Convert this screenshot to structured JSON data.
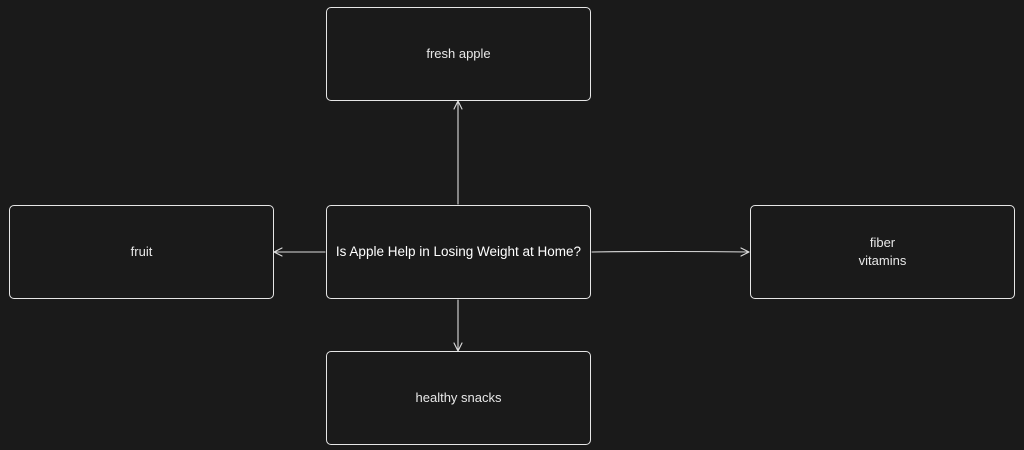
{
  "diagram": {
    "center": {
      "label": "Is Apple Help in Losing Weight at Home?"
    },
    "top": {
      "label": "fresh apple"
    },
    "left": {
      "label": "fruit"
    },
    "right": {
      "label": "fiber\nvitamins"
    },
    "bottom": {
      "label": "healthy snacks"
    }
  },
  "colors": {
    "background": "#1a1a1a",
    "stroke": "#e6e6e6",
    "text": "#e8e8e8"
  }
}
